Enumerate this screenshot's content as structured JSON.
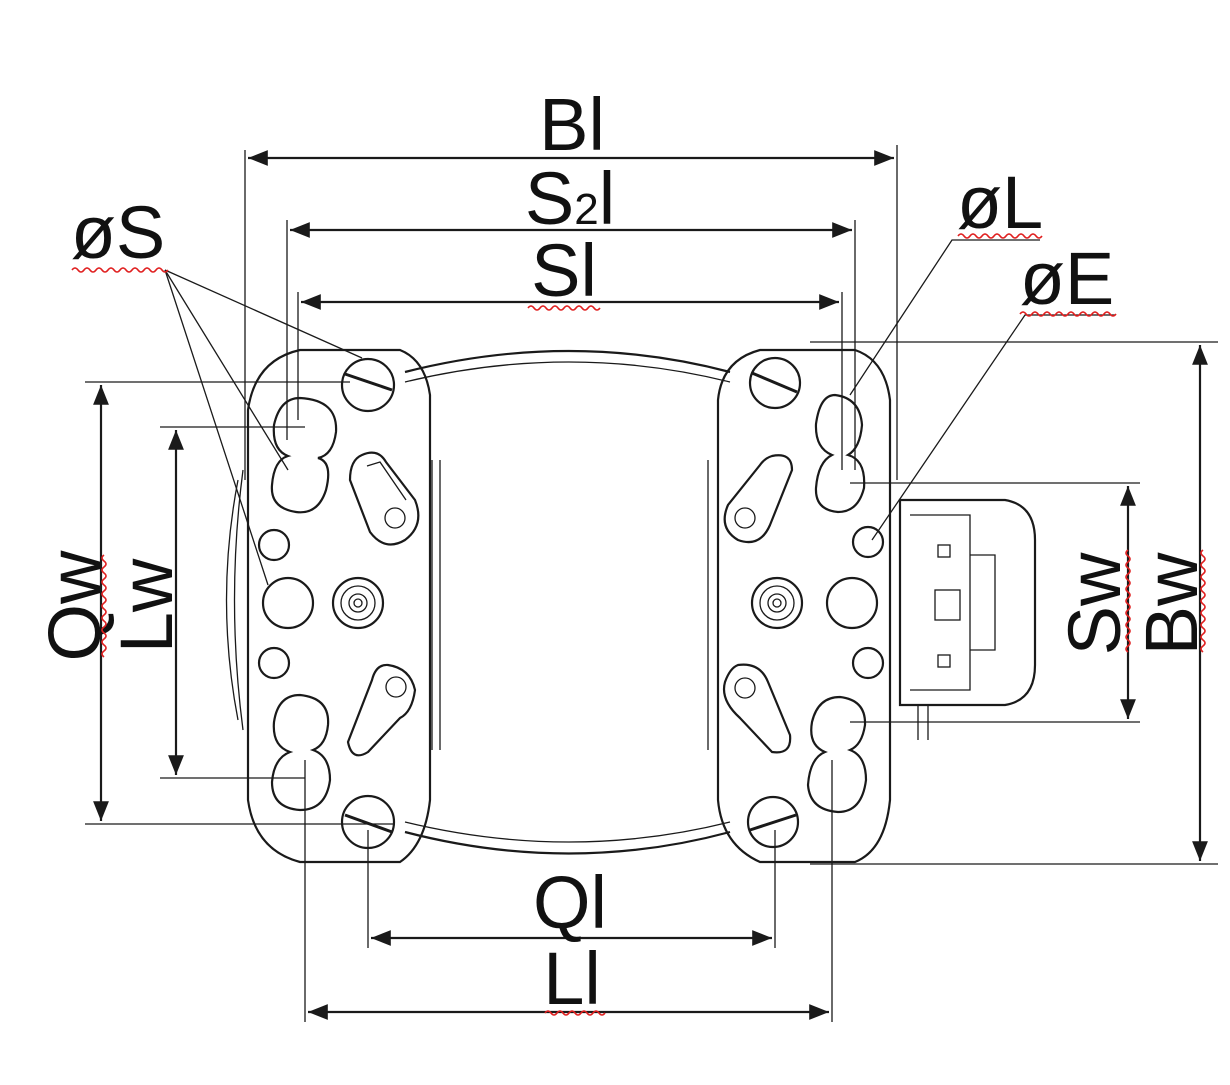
{
  "diagram": {
    "labels": {
      "bl": "Bl",
      "s2l_main": "S",
      "s2l_sub": "2",
      "s2l_tail": "l",
      "sl": "Sl",
      "os": "øS",
      "ol": "øL",
      "oe": "øE",
      "qw": "Qw",
      "lw": "Lw",
      "sw": "Sw",
      "bw": "Bw",
      "ql": "Ql",
      "ll": "Ll"
    },
    "colors": {
      "line": "#1a1a1a",
      "spellcheck_underline": "#e02020",
      "background": "#ffffff"
    }
  }
}
